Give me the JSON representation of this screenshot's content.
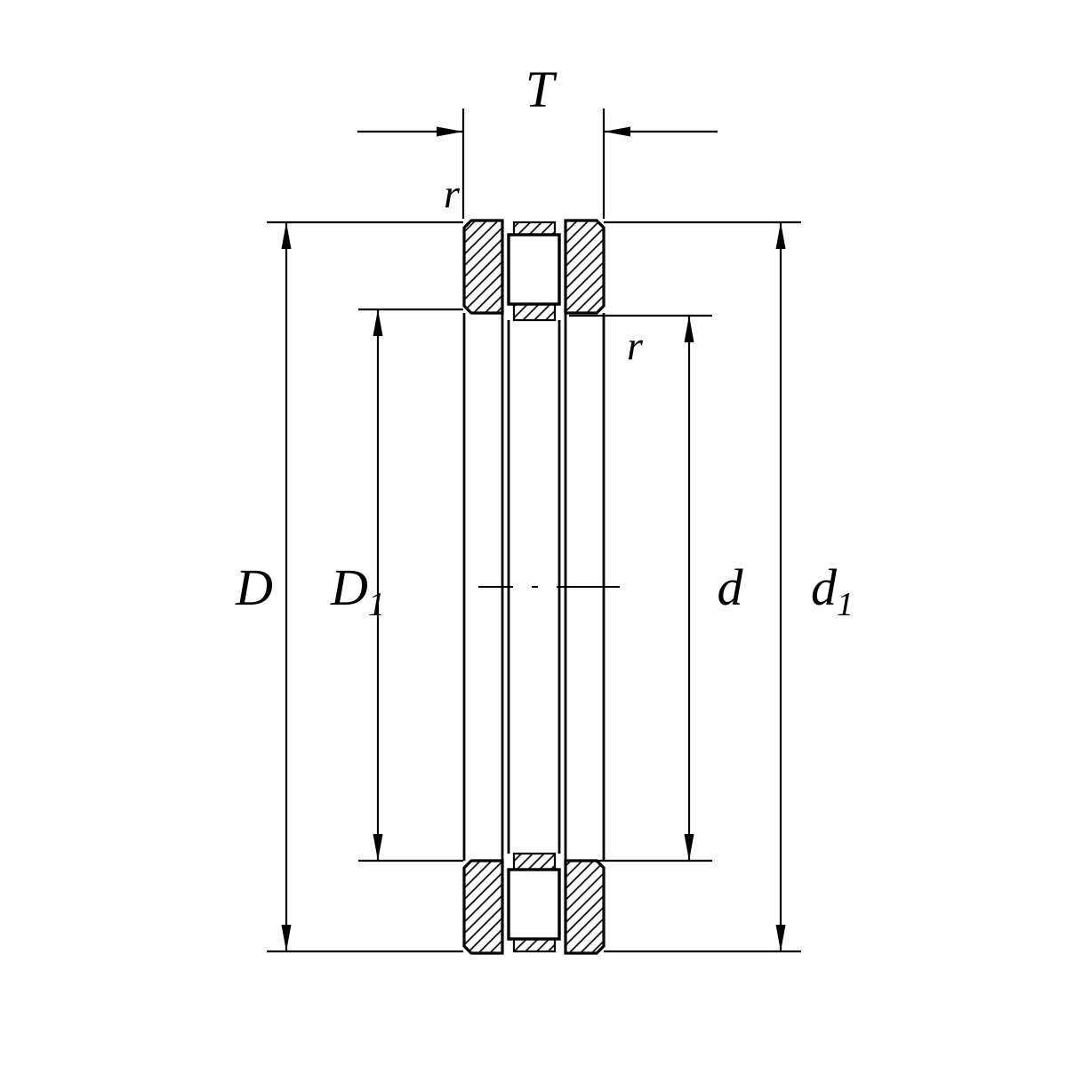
{
  "figure": {
    "colors": {
      "line": "#000000",
      "background": "#ffffff"
    },
    "labels": {
      "T": "T",
      "r_top_left": "r",
      "r_right": "r",
      "D": "D",
      "D1": {
        "main": "D",
        "sub": "1"
      },
      "d": "d",
      "d1": {
        "main": "d",
        "sub": "1"
      }
    }
  }
}
